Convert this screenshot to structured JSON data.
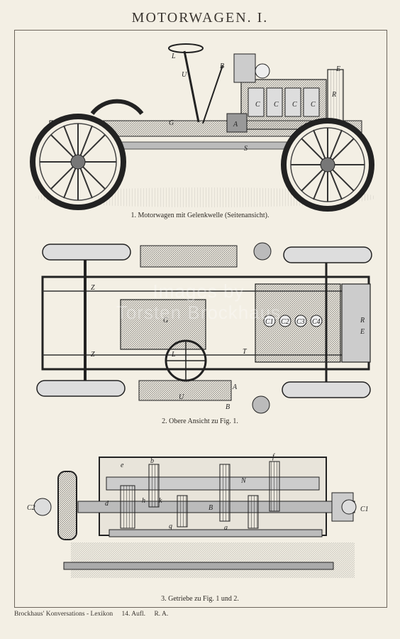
{
  "page_title": "MOTORWAGEN. I.",
  "figures": [
    {
      "caption": "1. Motorwagen mit Gelenkwelle (Seitenansicht).",
      "labels": [
        "L",
        "U",
        "B",
        "E",
        "C",
        "C",
        "C",
        "C",
        "R",
        "A",
        "G",
        "S"
      ]
    },
    {
      "caption": "2. Obere Ansicht zu Fig. 1.",
      "labels": [
        "Z",
        "Z",
        "G",
        "C1",
        "C2",
        "C3",
        "C4",
        "R",
        "E",
        "L",
        "T",
        "A",
        "U",
        "B"
      ]
    },
    {
      "caption": "3. Getriebe zu Fig. 1 und 2.",
      "labels": [
        "e",
        "b",
        "f",
        "N",
        "h",
        "k",
        "B",
        "a",
        "d",
        "g",
        "C2",
        "C1"
      ]
    }
  ],
  "footer": {
    "source": "Brockhaus' Konversations - Lexikon",
    "edition": "14. Aufl.",
    "ref": "R. A."
  },
  "watermark": [
    "Images by",
    "Torsten Brockhaus"
  ]
}
